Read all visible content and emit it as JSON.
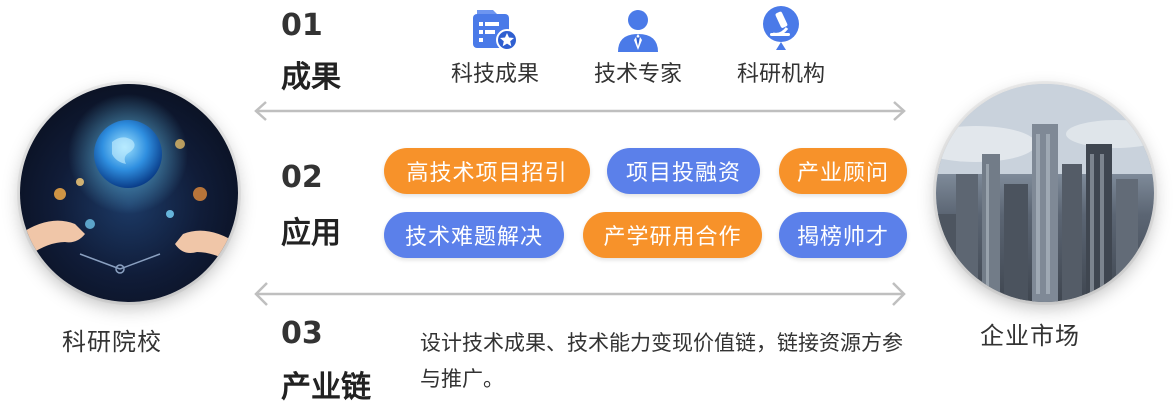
{
  "left_node": {
    "label": "科研院校"
  },
  "right_node": {
    "label": "企业市场"
  },
  "steps": [
    {
      "number": "01",
      "title": "成果"
    },
    {
      "number": "02",
      "title": "应用"
    },
    {
      "number": "03",
      "title": "产业链"
    }
  ],
  "outcomes": [
    {
      "label": "科技成果",
      "icon": "document-star-icon"
    },
    {
      "label": "技术专家",
      "icon": "expert-person-icon"
    },
    {
      "label": "科研机构",
      "icon": "microscope-icon"
    }
  ],
  "applications": [
    {
      "label": "高技术项目招引",
      "color": "orange"
    },
    {
      "label": "项目投融资",
      "color": "blue"
    },
    {
      "label": "产业顾问",
      "color": "orange"
    },
    {
      "label": "技术难题解决",
      "color": "blue"
    },
    {
      "label": "产学研用合作",
      "color": "orange"
    },
    {
      "label": "揭榜帅才",
      "color": "blue"
    }
  ],
  "industry_chain_description": "设计技术成果、技术能力变现价值链，链接资源方参与推广。",
  "colors": {
    "orange": "#f7922a",
    "blue": "#5b80ea",
    "icon_blue": "#4a7ae8",
    "arrow": "#bfbfbf"
  }
}
